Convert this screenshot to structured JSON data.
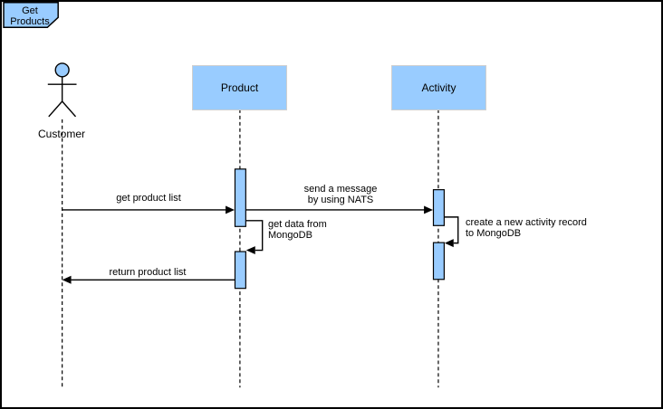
{
  "diagram": {
    "title_label": "Get\nProducts",
    "actor": {
      "name": "Customer"
    },
    "participants": [
      {
        "name": "Product"
      },
      {
        "name": "Activity"
      }
    ],
    "messages": [
      {
        "label": "get product list",
        "from": "Customer",
        "to": "Product",
        "type": "solid-arrow"
      },
      {
        "label": "send a message\nby using NATS",
        "from": "Product",
        "to": "Activity",
        "type": "solid-arrow"
      },
      {
        "label": "get data from\nMongoDB",
        "from": "Product",
        "to": "Product",
        "type": "self-message"
      },
      {
        "label": "create a new activity record\n to MongoDB",
        "from": "Activity",
        "to": "Activity",
        "type": "self-message"
      },
      {
        "label": "return product list",
        "from": "Product",
        "to": "Customer",
        "type": "solid-arrow"
      }
    ],
    "colors": {
      "shape_fill": "#99ccff",
      "line": "#000000",
      "background": "#ffffff"
    }
  }
}
